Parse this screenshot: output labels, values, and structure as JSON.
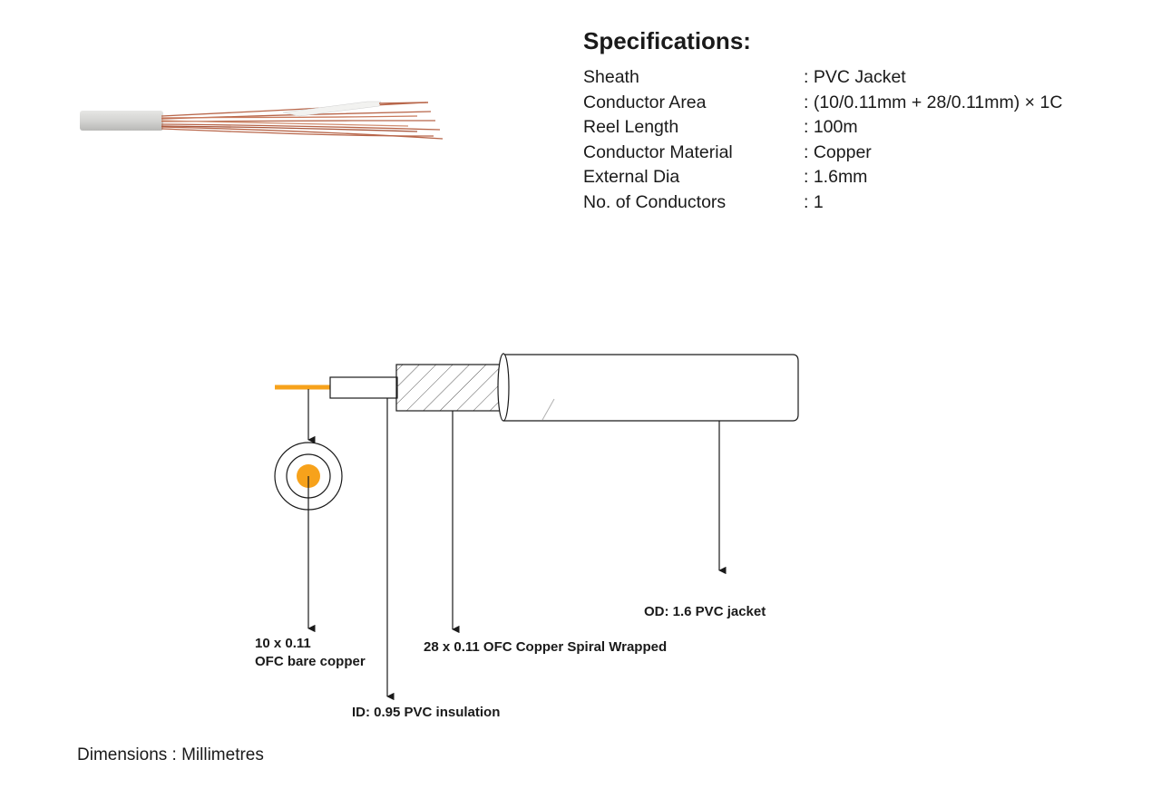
{
  "specifications": {
    "title": "Specifications:",
    "rows": [
      {
        "label": "Sheath",
        "value": ": PVC Jacket"
      },
      {
        "label": "Conductor Area",
        "value": ": (10/0.11mm + 28/0.11mm) × 1C"
      },
      {
        "label": "Reel Length",
        "value": ": 100m"
      },
      {
        "label": "Conductor Material",
        "value": ": Copper"
      },
      {
        "label": "External Dia",
        "value": ": 1.6mm"
      },
      {
        "label": "No. of Conductors",
        "value": ": 1"
      }
    ]
  },
  "diagram": {
    "labels": {
      "core_line1": "10 x 0.11",
      "core_line2": "OFC bare copper",
      "insulation": "ID: 0.95 PVC insulation",
      "spiral": "28 x 0.11 OFC Copper Spiral Wrapped",
      "jacket": "OD: 1.6 PVC jacket"
    },
    "colors": {
      "core": "#f7a21b",
      "line": "#1a1a1a",
      "jacket_photo": "#d6d6d4",
      "copper_photo": "#b8664a"
    }
  },
  "footer": {
    "text": "Dimensions : Millimetres"
  }
}
